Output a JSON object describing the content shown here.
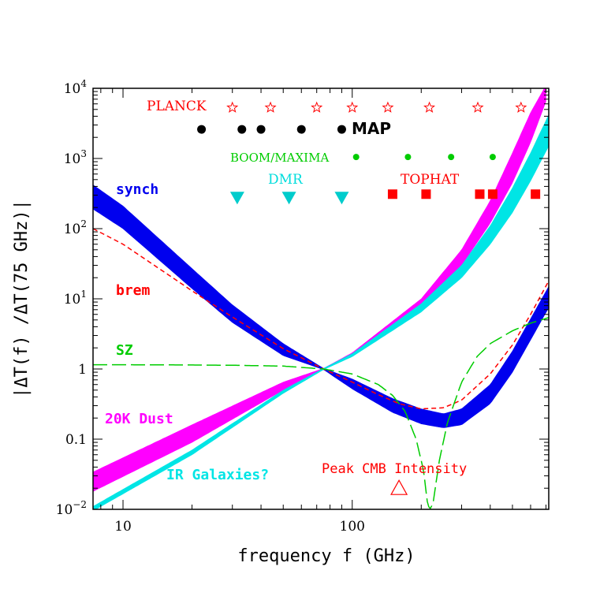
{
  "chart_data": {
    "type": "line",
    "x_scale": "log",
    "y_scale": "log",
    "xlim": [
      7.4,
      720
    ],
    "ylim": [
      0.01,
      10000
    ],
    "xlabel": "frequency f (GHz)",
    "ylabel": "|ΔT(f)  /ΔT(75 GHz)|",
    "x_ticks": [
      {
        "value": 10,
        "label": "10"
      },
      {
        "value": 100,
        "label": "100"
      }
    ],
    "y_ticks": [
      {
        "value": 0.01,
        "label": "10",
        "sup": "−2"
      },
      {
        "value": 0.1,
        "label": "0.1",
        "sup": ""
      },
      {
        "value": 1,
        "label": "1",
        "sup": ""
      },
      {
        "value": 10,
        "label": "10",
        "sup": "1"
      },
      {
        "value": 100,
        "label": "10",
        "sup": "2"
      },
      {
        "value": 1000,
        "label": "10",
        "sup": "3"
      },
      {
        "value": 10000,
        "label": "10",
        "sup": "4"
      }
    ],
    "series": [
      {
        "name": "synch",
        "style": "band",
        "color": "#0000ee",
        "x": [
          7.4,
          10,
          20,
          30,
          50,
          75,
          100,
          150,
          200,
          250,
          300,
          400,
          500,
          600,
          720
        ],
        "y_low": [
          190,
          100,
          14,
          4.6,
          1.55,
          0.98,
          0.52,
          0.24,
          0.165,
          0.145,
          0.16,
          0.32,
          0.9,
          2.6,
          7.5
        ],
        "y_high": [
          420,
          210,
          27,
          8.2,
          2.3,
          1.02,
          0.72,
          0.38,
          0.27,
          0.23,
          0.27,
          0.6,
          1.8,
          5.2,
          15
        ]
      },
      {
        "name": "brem",
        "style": "dashed",
        "color": "#ff0000",
        "x": [
          7.4,
          10,
          20,
          30,
          50,
          75,
          100,
          130,
          160,
          200,
          250,
          300,
          400,
          500,
          600,
          720
        ],
        "y": [
          100,
          60,
          13,
          5.5,
          1.95,
          1.0,
          0.65,
          0.43,
          0.32,
          0.27,
          0.28,
          0.36,
          0.85,
          2.2,
          6,
          18
        ]
      },
      {
        "name": "SZ",
        "style": "longdash",
        "color": "#00cc00",
        "x": [
          7.4,
          10,
          20,
          30,
          50,
          75,
          100,
          130,
          150,
          170,
          190,
          205,
          213,
          218,
          225,
          240,
          260,
          300,
          350,
          400,
          500,
          600,
          720
        ],
        "y": [
          1.15,
          1.15,
          1.14,
          1.13,
          1.1,
          1.0,
          0.85,
          0.6,
          0.42,
          0.25,
          0.1,
          0.035,
          0.012,
          0.01,
          0.012,
          0.05,
          0.17,
          0.65,
          1.5,
          2.3,
          3.5,
          4.5,
          5.4
        ]
      },
      {
        "name": "20K Dust",
        "style": "band",
        "color": "#ff00ff",
        "x": [
          7.4,
          20,
          50,
          75,
          100,
          200,
          300,
          400,
          500,
          600,
          700
        ],
        "y_low": [
          0.018,
          0.09,
          0.5,
          0.98,
          1.6,
          7.5,
          30,
          120,
          450,
          1700,
          6500
        ],
        "y_high": [
          0.034,
          0.16,
          0.65,
          1.02,
          1.7,
          10,
          50,
          250,
          1200,
          4500,
          11000
        ]
      },
      {
        "name": "IR Galaxies?",
        "style": "band",
        "color": "#00e5e5",
        "x": [
          7.4,
          20,
          50,
          75,
          100,
          200,
          300,
          400,
          500,
          600,
          720
        ],
        "y_low": [
          0.0095,
          0.06,
          0.45,
          0.98,
          1.5,
          6.5,
          20,
          60,
          170,
          480,
          1500
        ],
        "y_high": [
          0.011,
          0.07,
          0.5,
          1.02,
          1.65,
          8.5,
          30,
          110,
          380,
          1200,
          4200
        ]
      }
    ],
    "experiments": [
      {
        "name": "PLANCK",
        "marker": "star",
        "color": "#ff0000",
        "y": 5300,
        "freqs": [
          30,
          44,
          70,
          100,
          143,
          217,
          353,
          545
        ]
      },
      {
        "name": "MAP",
        "marker": "dot",
        "color": "#000000",
        "y": 2600,
        "freqs": [
          22,
          33,
          40,
          60,
          90
        ]
      },
      {
        "name": "BOOM/MAXIMA",
        "marker": "smalldot",
        "color": "#00cc00",
        "y": 1050,
        "freqs": [
          104,
          175,
          270,
          410
        ]
      },
      {
        "name": "DMR",
        "marker": "triangle-down",
        "color": "#00cccc",
        "y": 280,
        "freqs": [
          31.5,
          53,
          90
        ]
      },
      {
        "name": "TOPHAT",
        "marker": "square",
        "color": "#ff0000",
        "y": 310,
        "freqs": [
          150,
          210,
          360,
          410,
          630
        ]
      }
    ],
    "peak_cmb": {
      "label": "Peak CMB Intensity",
      "x": 160,
      "y": 0.02,
      "color": "#ff0000"
    },
    "grid": false,
    "legend": "inline labels"
  },
  "labels": {
    "planck": "PLANCK",
    "map": "MAP",
    "boom": "BOOM/MAXIMA",
    "dmr": "DMR",
    "tophat": "TOPHAT",
    "synch": "synch",
    "brem": "brem",
    "sz": "SZ",
    "dust": "20K Dust",
    "irgal": "IR Galaxies?",
    "peak": "Peak CMB Intensity"
  }
}
